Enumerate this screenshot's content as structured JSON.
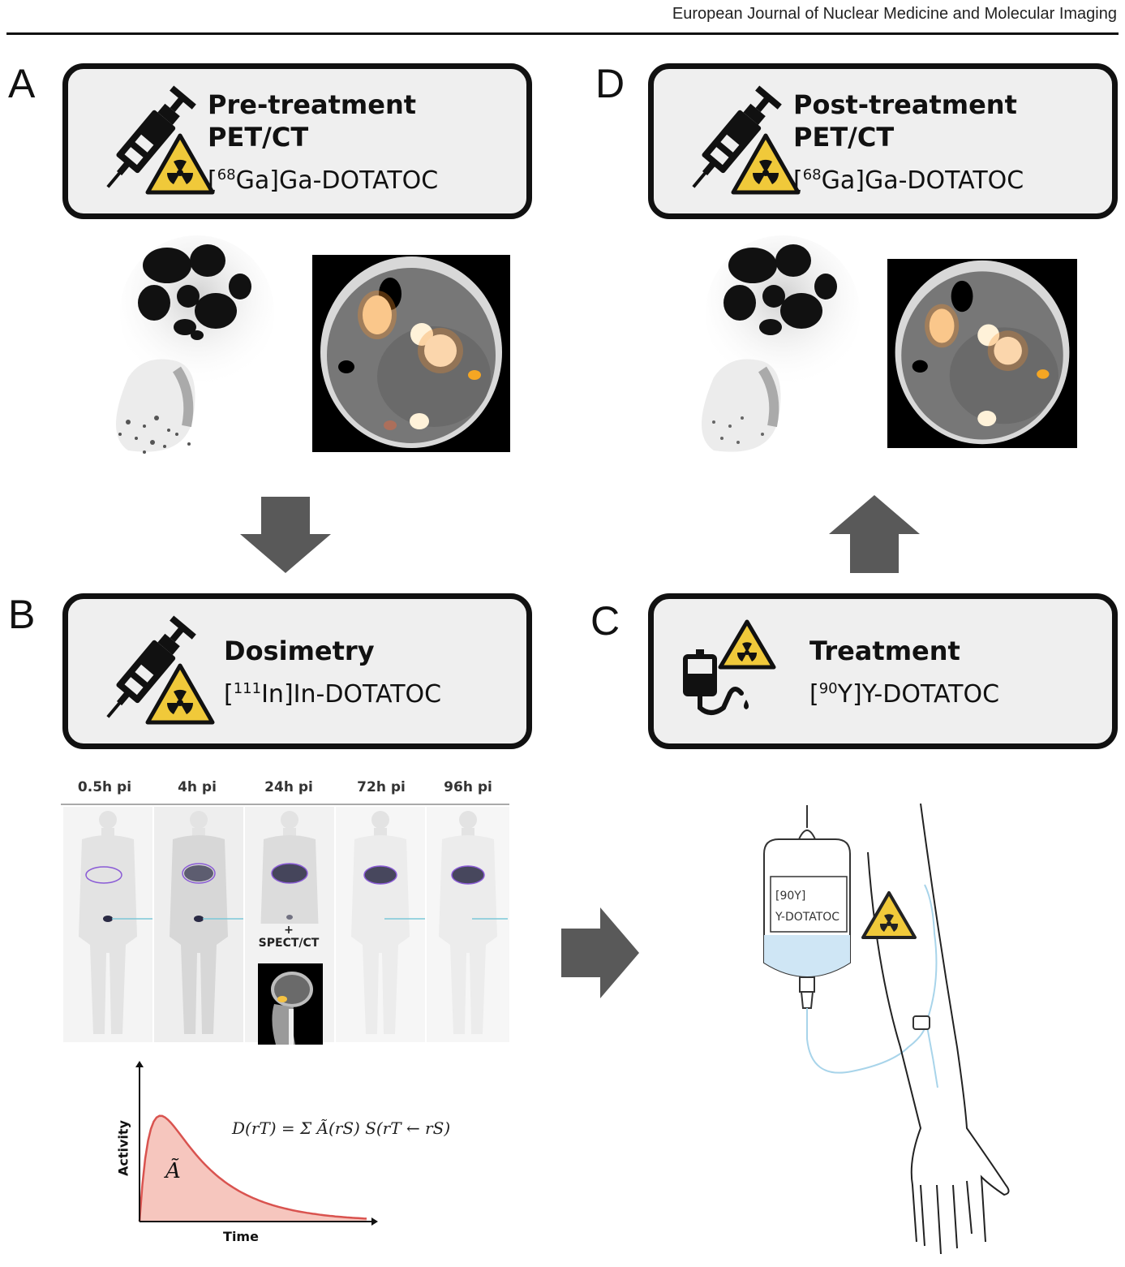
{
  "header": {
    "journal": "European Journal of Nuclear Medicine and Molecular Imaging"
  },
  "panels": {
    "A": {
      "letter": "A",
      "title": "Pre-treatment\nPET/CT",
      "isotope": "68",
      "tracer_pre": "[",
      "tracer_post": "Ga]Ga-DOTATOC"
    },
    "B": {
      "letter": "B",
      "title": "Dosimetry",
      "isotope": "111",
      "tracer_pre": "[",
      "tracer_post": "In]In-DOTATOC"
    },
    "C": {
      "letter": "C",
      "title": "Treatment",
      "isotope": "90",
      "tracer_pre": "[",
      "tracer_post": "Y]Y-DOTATOC"
    },
    "D": {
      "letter": "D",
      "title": "Post-treatment\nPET/CT",
      "isotope": "68",
      "tracer_pre": "[",
      "tracer_post": "Ga]Ga-DOTATOC"
    }
  },
  "dosimetry": {
    "timepoints": [
      "0.5h pi",
      "4h pi",
      "24h pi",
      "72h pi",
      "96h pi"
    ],
    "spect_label": "+\nSPECT/CT"
  },
  "curve": {
    "ylabel": "Activity",
    "xlabel": "Time",
    "area_symbol": "Ã",
    "formula": "D(rT) = Σ Ã(rS) S(rT ← rS)"
  },
  "bag": {
    "line1": "[90Y]",
    "line2": "Y-DOTATOC"
  },
  "colors": {
    "card_bg": "#efefef",
    "arrow": "#595959",
    "hazard": "#f0c93a",
    "curve": "#d9534f",
    "curve_fill": "#f6c6be",
    "fluid": "#cfe6f5",
    "line": "#a8d4ea"
  }
}
